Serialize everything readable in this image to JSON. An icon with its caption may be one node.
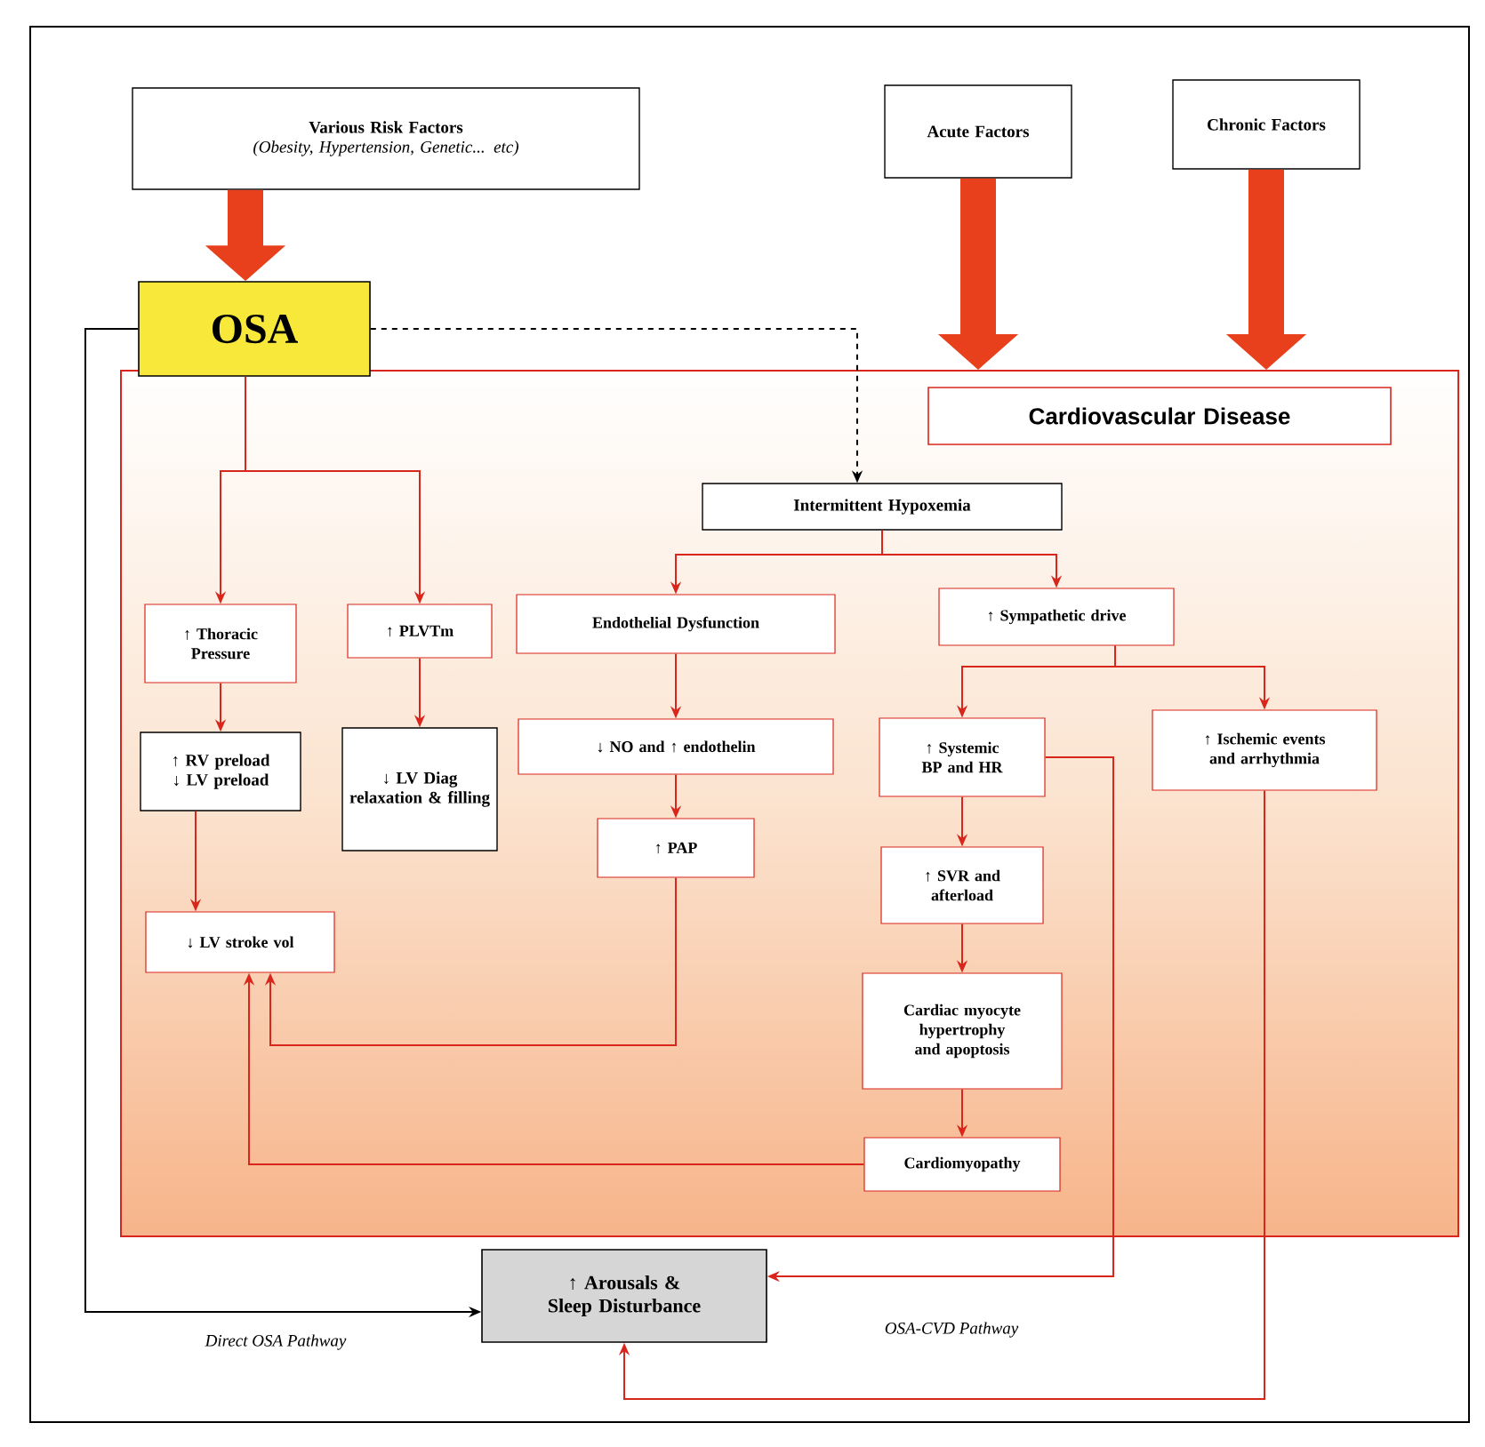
{
  "diagram": {
    "nodes": [
      {
        "text": [
          "Various Risk Factors",
          "(Obesity, Hypertension, Genetic... etc)"
        ]
      },
      {
        "text": [
          "Acute Factors"
        ]
      },
      {
        "text": [
          "Chronic Factors"
        ]
      },
      {
        "text": [
          "OSA"
        ]
      },
      {
        "text": [],
        "shape": "box"
      },
      {
        "text": [
          "Cardiovascular Disease"
        ],
        "in": 4
      },
      {
        "text": [
          "Intermittent Hypoxemia"
        ],
        "in": 4
      },
      {
        "text": [
          "↑ Thoracic Pressure"
        ],
        "in": 4
      },
      {
        "text": [
          "↑ PLVTm"
        ],
        "in": 4
      },
      {
        "text": [
          "Endothelial Dysfunction"
        ],
        "in": 4
      },
      {
        "text": [
          "↑ Sympathetic drive"
        ],
        "in": 4
      },
      {
        "text": [
          "↑ RV preload ↓ LV preload"
        ],
        "in": 4
      },
      {
        "text": [
          "↓ LV Diag relaxation & filling"
        ],
        "in": 4
      },
      {
        "text": [
          "↓ NO and ↑ endothelin"
        ],
        "in": 4
      },
      {
        "text": [
          "↑ Systemic BP and HR"
        ],
        "in": 4
      },
      {
        "text": [
          "↑ Ischemic events and arrhythmia"
        ],
        "in": 4
      },
      {
        "text": [
          "↑ PAP"
        ],
        "in": 4
      },
      {
        "text": [
          "↑ SVR and afterload"
        ],
        "in": 4
      },
      {
        "text": [
          "↓ LV stroke vol"
        ],
        "in": 4
      },
      {
        "text": [
          "Cardiac myocyte hypertrophy and apoptosis"
        ],
        "in": 4
      },
      {
        "text": [
          "Cardiomyopathy"
        ],
        "in": 4
      },
      {
        "text": [
          "↑ Arousals & Sleep Disturbance"
        ]
      }
    ],
    "edges": [
      {
        "from": 0,
        "to": 3,
        "arrow": "to",
        "style": "thick"
      },
      {
        "from": 1,
        "to": 4,
        "arrow": "to",
        "style": "thick"
      },
      {
        "from": 2,
        "to": 4,
        "arrow": "to",
        "style": "thick"
      },
      {
        "from": 3,
        "to": 6,
        "arrow": "to",
        "style": "dashed",
        "color": "#000000"
      },
      {
        "from": 3,
        "to": 7,
        "arrow": "to"
      },
      {
        "from": 3,
        "to": 8,
        "arrow": "to"
      },
      {
        "from": 6,
        "to": 9,
        "arrow": "to"
      },
      {
        "from": 6,
        "to": 10,
        "arrow": "to"
      },
      {
        "from": 7,
        "to": 11,
        "arrow": "to"
      },
      {
        "from": 8,
        "to": 12,
        "arrow": "to"
      },
      {
        "from": 9,
        "to": 13,
        "arrow": "to"
      },
      {
        "from": 13,
        "to": 16,
        "arrow": "to"
      },
      {
        "from": 11,
        "to": 18,
        "arrow": "to"
      },
      {
        "from": 16,
        "to": 18,
        "arrow": "to"
      },
      {
        "from": 20,
        "to": 18,
        "arrow": "to"
      },
      {
        "from": 10,
        "to": 14,
        "arrow": "to"
      },
      {
        "from": 10,
        "to": 15,
        "arrow": "to"
      },
      {
        "from": 14,
        "to": 17,
        "arrow": "to"
      },
      {
        "from": 17,
        "to": 19,
        "arrow": "to"
      },
      {
        "from": 19,
        "to": 20,
        "arrow": "to"
      },
      {
        "from": 14,
        "to": 21,
        "arrow": "to"
      },
      {
        "from": 15,
        "to": 21,
        "arrow": "to"
      },
      {
        "from": 3,
        "to": 21,
        "arrow": "to",
        "color": "#000000"
      }
    ],
    "labels": [
      "Direct OSA Pathway",
      "OSA-CVD Pathway"
    ]
  }
}
